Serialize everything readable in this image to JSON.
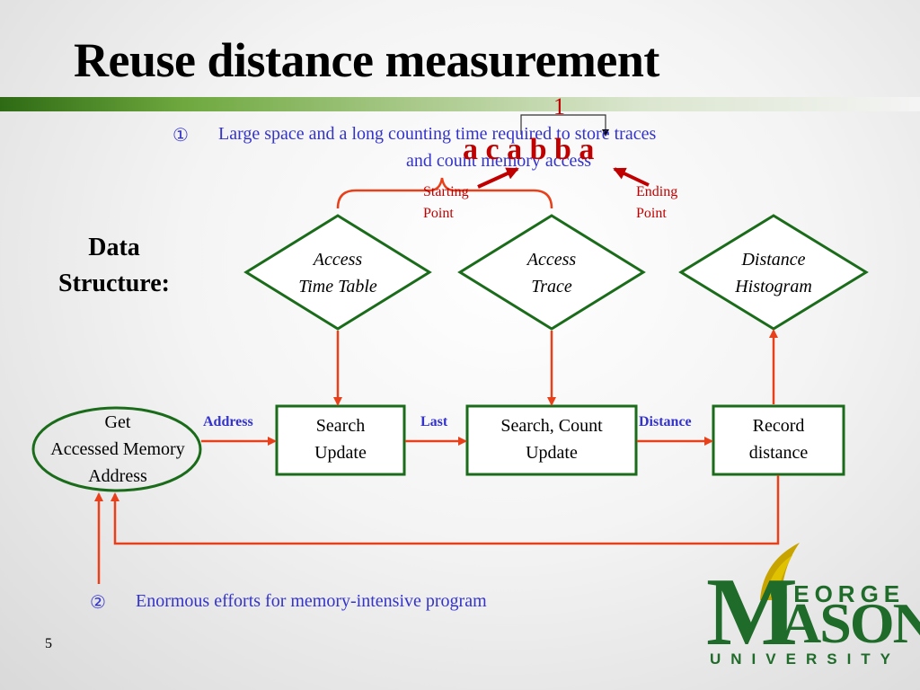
{
  "slide": {
    "title": "Reuse distance measurement",
    "page_number": "5"
  },
  "notes": {
    "note1_marker": "①",
    "note1_line1": "Large space and a long counting time required to store traces",
    "note1_line2": "and count memory access",
    "note2_marker": "②",
    "note2_text": "Enormous efforts for memory-intensive program"
  },
  "trace": {
    "sequence": "a c a b b a",
    "reuse_distance": "1",
    "start_label_line1": "Starting",
    "start_label_line2": "Point",
    "end_label_line1": "Ending",
    "end_label_line2": "Point"
  },
  "data_structure": {
    "label_line1": "Data",
    "label_line2": "Structure:",
    "nodes": [
      {
        "line1": "Access",
        "line2": "Time Table"
      },
      {
        "line1": "Access",
        "line2": "Trace"
      },
      {
        "line1": "Distance",
        "line2": "Histogram"
      }
    ]
  },
  "flow": {
    "start": {
      "line1": "Get",
      "line2": "Accessed Memory",
      "line3": "Address"
    },
    "steps": [
      {
        "line1": "Search",
        "line2": "Update"
      },
      {
        "line1": "Search, Count",
        "line2": "Update"
      },
      {
        "line1": "Record",
        "line2": "distance"
      }
    ],
    "edge_labels": [
      "Address",
      "Last",
      "Distance"
    ]
  },
  "logo": {
    "top": "GEORGE",
    "main": "MASON",
    "bottom": "UNIVERSITY"
  },
  "colors": {
    "node_border": "#1a6b1a",
    "arrow": "#e8401a",
    "note_text": "#3333cc",
    "trace_red": "#c00000",
    "logo_green": "#1f6b2a",
    "logo_gold": "#c8a400"
  }
}
